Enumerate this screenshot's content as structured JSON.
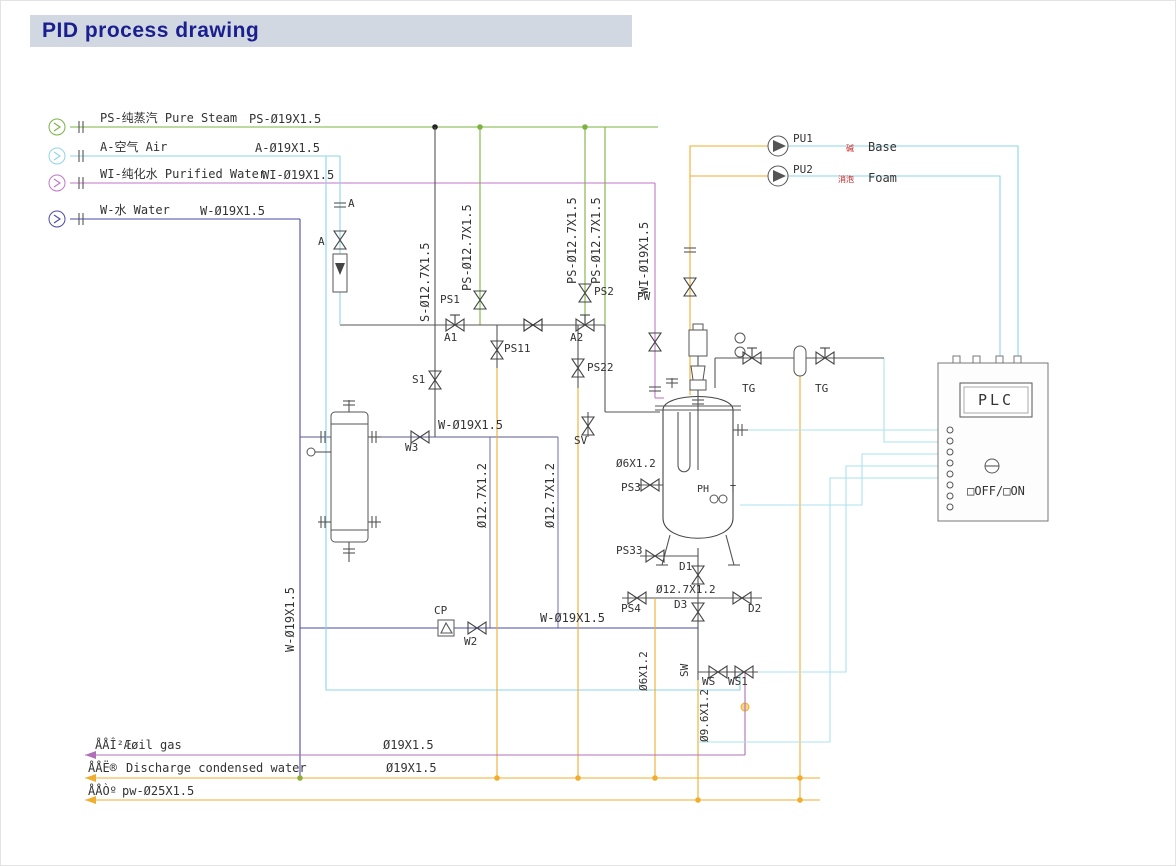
{
  "header": {
    "title": "PID process drawing"
  },
  "supply": {
    "ps_label": "PS-纯蒸汽  Pure Steam",
    "ps_size": "PS-Ø19X1.5",
    "a_label": "A-空气  Air",
    "a_size": "A-Ø19X1.5",
    "wi_label": "WI-纯化水  Purified Water",
    "wi_size": "WI-Ø19X1.5",
    "w_label": "W-水  Water",
    "w_size": "W-Ø19X1.5"
  },
  "pipes": {
    "s_127": "S-Ø12.7X1.5",
    "ps_127": "PS-Ø12.7X1.5",
    "wi_19_v": "WI-Ø19X1.5",
    "pw": "PW",
    "w_19": "W-Ø19X1.5",
    "d127_12": "Ø12.7X1.2",
    "d6_12": "Ø6X1.2",
    "d96_12": "Ø9.6X1.2",
    "sw": "SW"
  },
  "valves": {
    "a_top": "A",
    "a1": "A1",
    "ps1": "PS1",
    "ps11": "PS11",
    "a2": "A2",
    "ps2": "PS2",
    "ps22": "PS22",
    "s1": "S1",
    "w3": "W3",
    "sv": "SV",
    "ps3": "PS3",
    "ps33": "PS33",
    "ps4": "PS4",
    "d1": "D1",
    "d2": "D2",
    "d3": "D3",
    "w2": "W2",
    "cp": "CP",
    "ws": "WS",
    "ws1": "WS1",
    "tg": "TG"
  },
  "pumps": {
    "pu1": "PU1",
    "pu1_cn": "碱",
    "pu1_dest": "Base",
    "pu2": "PU2",
    "pu2_cn": "消泡",
    "pu2_dest": "Foam"
  },
  "vessel": {
    "ph": "PH",
    "t": "T"
  },
  "plc": {
    "title": "PLC",
    "switch": "□OFF/□ON"
  },
  "bottom": {
    "line1_label": "ÅÅÎ²Æøil gas",
    "line1_size": "Ø19X1.5",
    "line2_left": "ÅÅË®",
    "line2_text": "Discharge condensed water",
    "line2_size": "Ø19X1.5",
    "line3_label": "ÅÅÒº",
    "line3_size": "pw-Ø25X1.5"
  },
  "colors": {
    "steam_green": "#7cb341",
    "air_cyan": "#8ed5e8",
    "wi_magenta": "#c176c9",
    "water_navy": "#4a4aa8",
    "utility_orange": "#f0ad2e",
    "exhaust_purple": "#b070b8",
    "signal_cyan": "#aee0f0",
    "title_blue": "#1a1f8f",
    "bar_gray": "#d2d8e2"
  }
}
